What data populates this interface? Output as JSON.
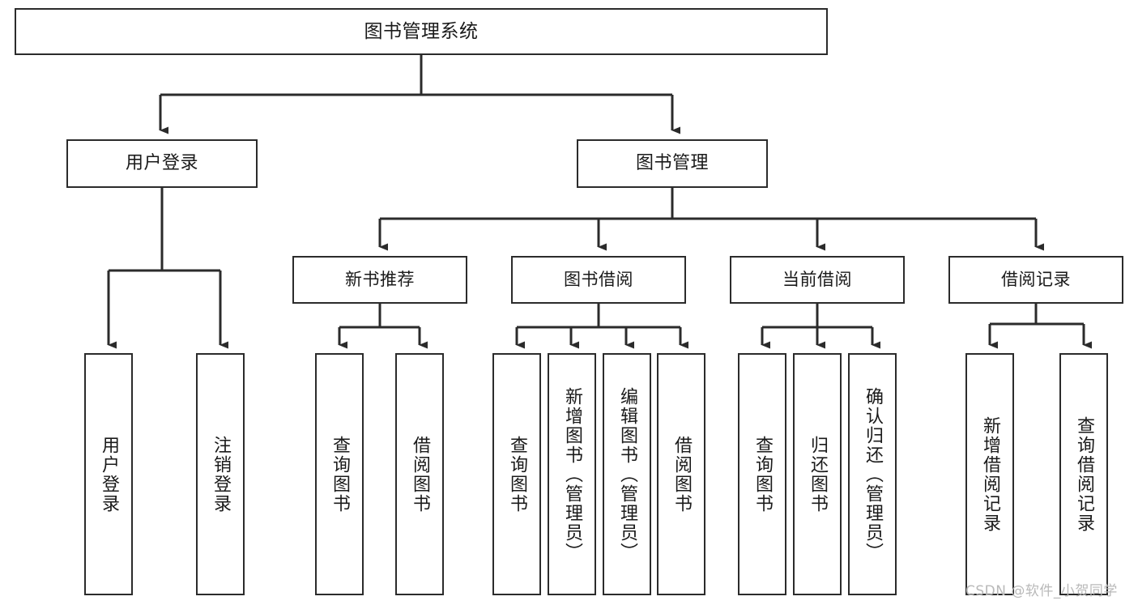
{
  "diagram": {
    "type": "tree-hierarchy",
    "title": "图书管理系统",
    "colors": {
      "box_border": "#2b2b2b",
      "box_fill": "#ffffff",
      "edge": "#2b2b2b",
      "text": "#1a1a1a",
      "watermark": "#b9b9b9"
    },
    "levels": {
      "root": {
        "label": "图书管理系统"
      },
      "level2": [
        {
          "id": "user-login",
          "label": "用户登录"
        },
        {
          "id": "book-manage",
          "label": "图书管理"
        }
      ],
      "level3": [
        {
          "id": "new-book-recommend",
          "label": "新书推荐"
        },
        {
          "id": "book-borrow",
          "label": "图书借阅"
        },
        {
          "id": "current-borrow",
          "label": "当前借阅"
        },
        {
          "id": "borrow-record",
          "label": "借阅记录"
        }
      ],
      "leaves": [
        {
          "id": "leaf-user-login",
          "label": "用户登录",
          "parent": "user-login"
        },
        {
          "id": "leaf-logout-login",
          "label": "注销登录",
          "parent": "user-login"
        },
        {
          "id": "leaf-query-book-1",
          "label": "查询图书",
          "parent": "new-book-recommend"
        },
        {
          "id": "leaf-borrow-book-1",
          "label": "借阅图书",
          "parent": "new-book-recommend"
        },
        {
          "id": "leaf-query-book-2",
          "label": "查询图书",
          "parent": "book-borrow"
        },
        {
          "id": "leaf-add-book",
          "label": "新增图书（管理员）",
          "parent": "book-borrow"
        },
        {
          "id": "leaf-edit-book",
          "label": "编辑图书（管理员）",
          "parent": "book-borrow"
        },
        {
          "id": "leaf-borrow-book-2",
          "label": "借阅图书",
          "parent": "book-borrow"
        },
        {
          "id": "leaf-query-book-3",
          "label": "查询图书",
          "parent": "current-borrow"
        },
        {
          "id": "leaf-return-book",
          "label": "归还图书",
          "parent": "current-borrow"
        },
        {
          "id": "leaf-confirm-return",
          "label": "确认归还（管理员）",
          "parent": "current-borrow"
        },
        {
          "id": "leaf-add-record",
          "label": "新增借阅记录",
          "parent": "borrow-record"
        },
        {
          "id": "leaf-query-record",
          "label": "查询借阅记录",
          "parent": "borrow-record"
        }
      ]
    }
  },
  "watermark": {
    "text": "CSDN @软件_小贺同学"
  }
}
